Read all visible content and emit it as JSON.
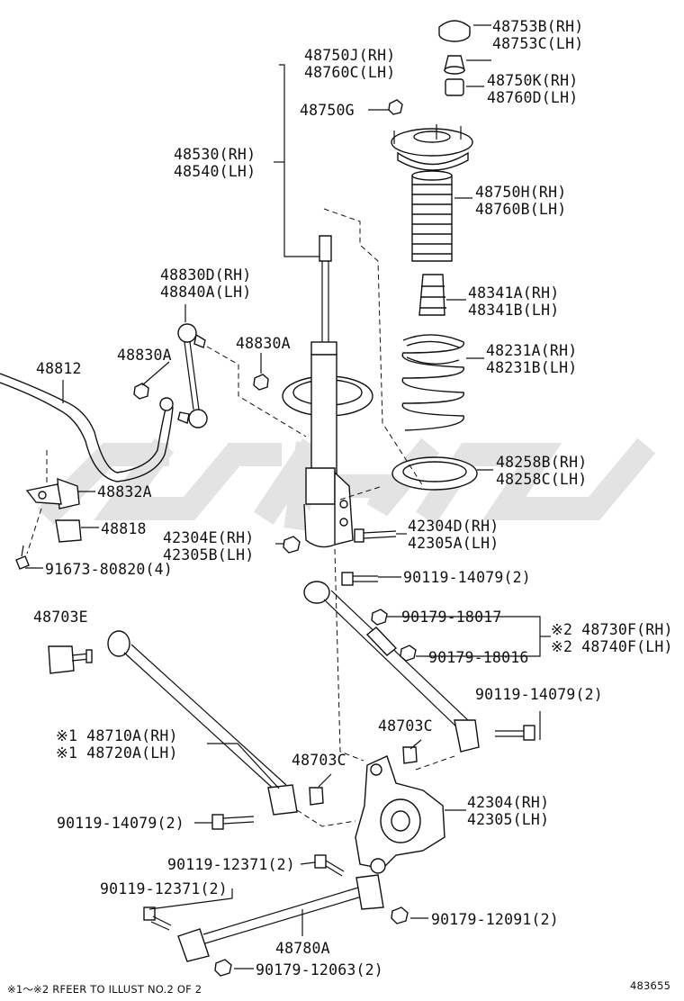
{
  "callouts": {
    "p48753": {
      "rh": "48753B(RH)",
      "lh": "48753C(LH)"
    },
    "p48750j": {
      "rh": "48750J(RH)",
      "lh": "48760C(LH)"
    },
    "p48750k": {
      "rh": "48750K(RH)",
      "lh": "48760D(LH)"
    },
    "p48750g": "48750G",
    "p48530": {
      "rh": "48530(RH)",
      "lh": "48540(LH)"
    },
    "p48750h": {
      "rh": "48750H(RH)",
      "lh": "48760B(LH)"
    },
    "p48341": {
      "rh": "48341A(RH)",
      "lh": "48341B(LH)"
    },
    "p48830d": {
      "rh": "48830D(RH)",
      "lh": "48840A(LH)"
    },
    "p48231": {
      "rh": "48231A(RH)",
      "lh": "48231B(LH)"
    },
    "p48830a_1": "48830A",
    "p48830a_2": "48830A",
    "p48812": "48812",
    "p48258": {
      "rh": "48258B(RH)",
      "lh": "48258C(LH)"
    },
    "p48832a": "48832A",
    "p48818": "48818",
    "p42304d": {
      "rh": "42304D(RH)",
      "lh": "42305A(LH)"
    },
    "p42304e": {
      "rh": "42304E(RH)",
      "lh": "42305B(LH)"
    },
    "p91673": "91673-80820(4)",
    "p90119_top": "90119-14079(2)",
    "p48703e": "48703E",
    "p90179_18017": "90179-18017",
    "p48730f": {
      "rh": "※2 48730F(RH)",
      "lh": "※2 48740F(LH)"
    },
    "p90179_18016": "90179-18016",
    "p90119_right": "90119-14079(2)",
    "p48710a": {
      "rh": "※1 48710A(RH)",
      "lh": "※1 48720A(LH)"
    },
    "p48703c_1": "48703C",
    "p48703c_2": "48703C",
    "p42304": {
      "rh": "42304(RH)",
      "lh": "42305(LH)"
    },
    "p90119_left": "90119-14079(2)",
    "p90119_12371_a": "90119-12371(2)",
    "p90119_12371_b": "90119-12371(2)",
    "p90179_12091": "90179-12091(2)",
    "p48780a": "48780A",
    "p90179_12063": "90179-12063(2)"
  },
  "footnote": "※1～※2 RFEER TO ILLUST NO.2 OF 2",
  "illustration_id": "483655",
  "watermark_icon": "site-logo-watermark-icon"
}
